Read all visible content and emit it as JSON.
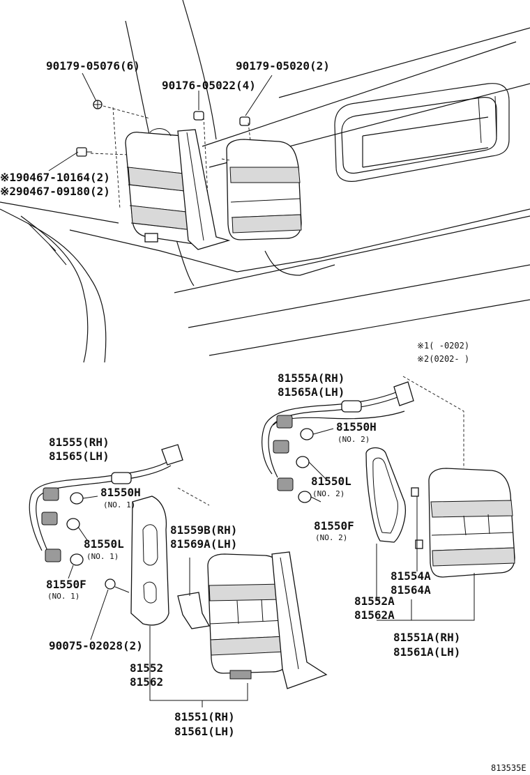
{
  "parts": {
    "p1": "90179-05076(6)",
    "p2": "90179-05020(2)",
    "p3": "90176-05022(4)",
    "p4": "※190467-10164(2)",
    "p5": "※290467-09180(2)",
    "footnote1": "※1(   -0202)",
    "footnote2": "※2(0202-   )",
    "a1": "81555A(RH)",
    "a2": "81565A(LH)",
    "a3": "81550H",
    "a3n": "(NO. 2)",
    "a4": "81550L",
    "a4n": "(NO. 2)",
    "a5": "81550F",
    "a5n": "(NO. 2)",
    "a6": "81554A",
    "a7": "81564A",
    "a8": "81552A",
    "a9": "81562A",
    "a10": "81551A(RH)",
    "a11": "81561A(LH)",
    "b1": "81555(RH)",
    "b2": "81565(LH)",
    "b3": "81550H",
    "b3n": "(NO. 1)",
    "b4": "81550L",
    "b4n": "(NO. 1)",
    "b5": "81550F",
    "b5n": "(NO. 1)",
    "b6": "81559B(RH)",
    "b7": "81569A(LH)",
    "b8": "90075-02028(2)",
    "b9": "81552",
    "b10": "81562",
    "b11": "81551(RH)",
    "b12": "81561(LH)",
    "code": "813535E"
  }
}
